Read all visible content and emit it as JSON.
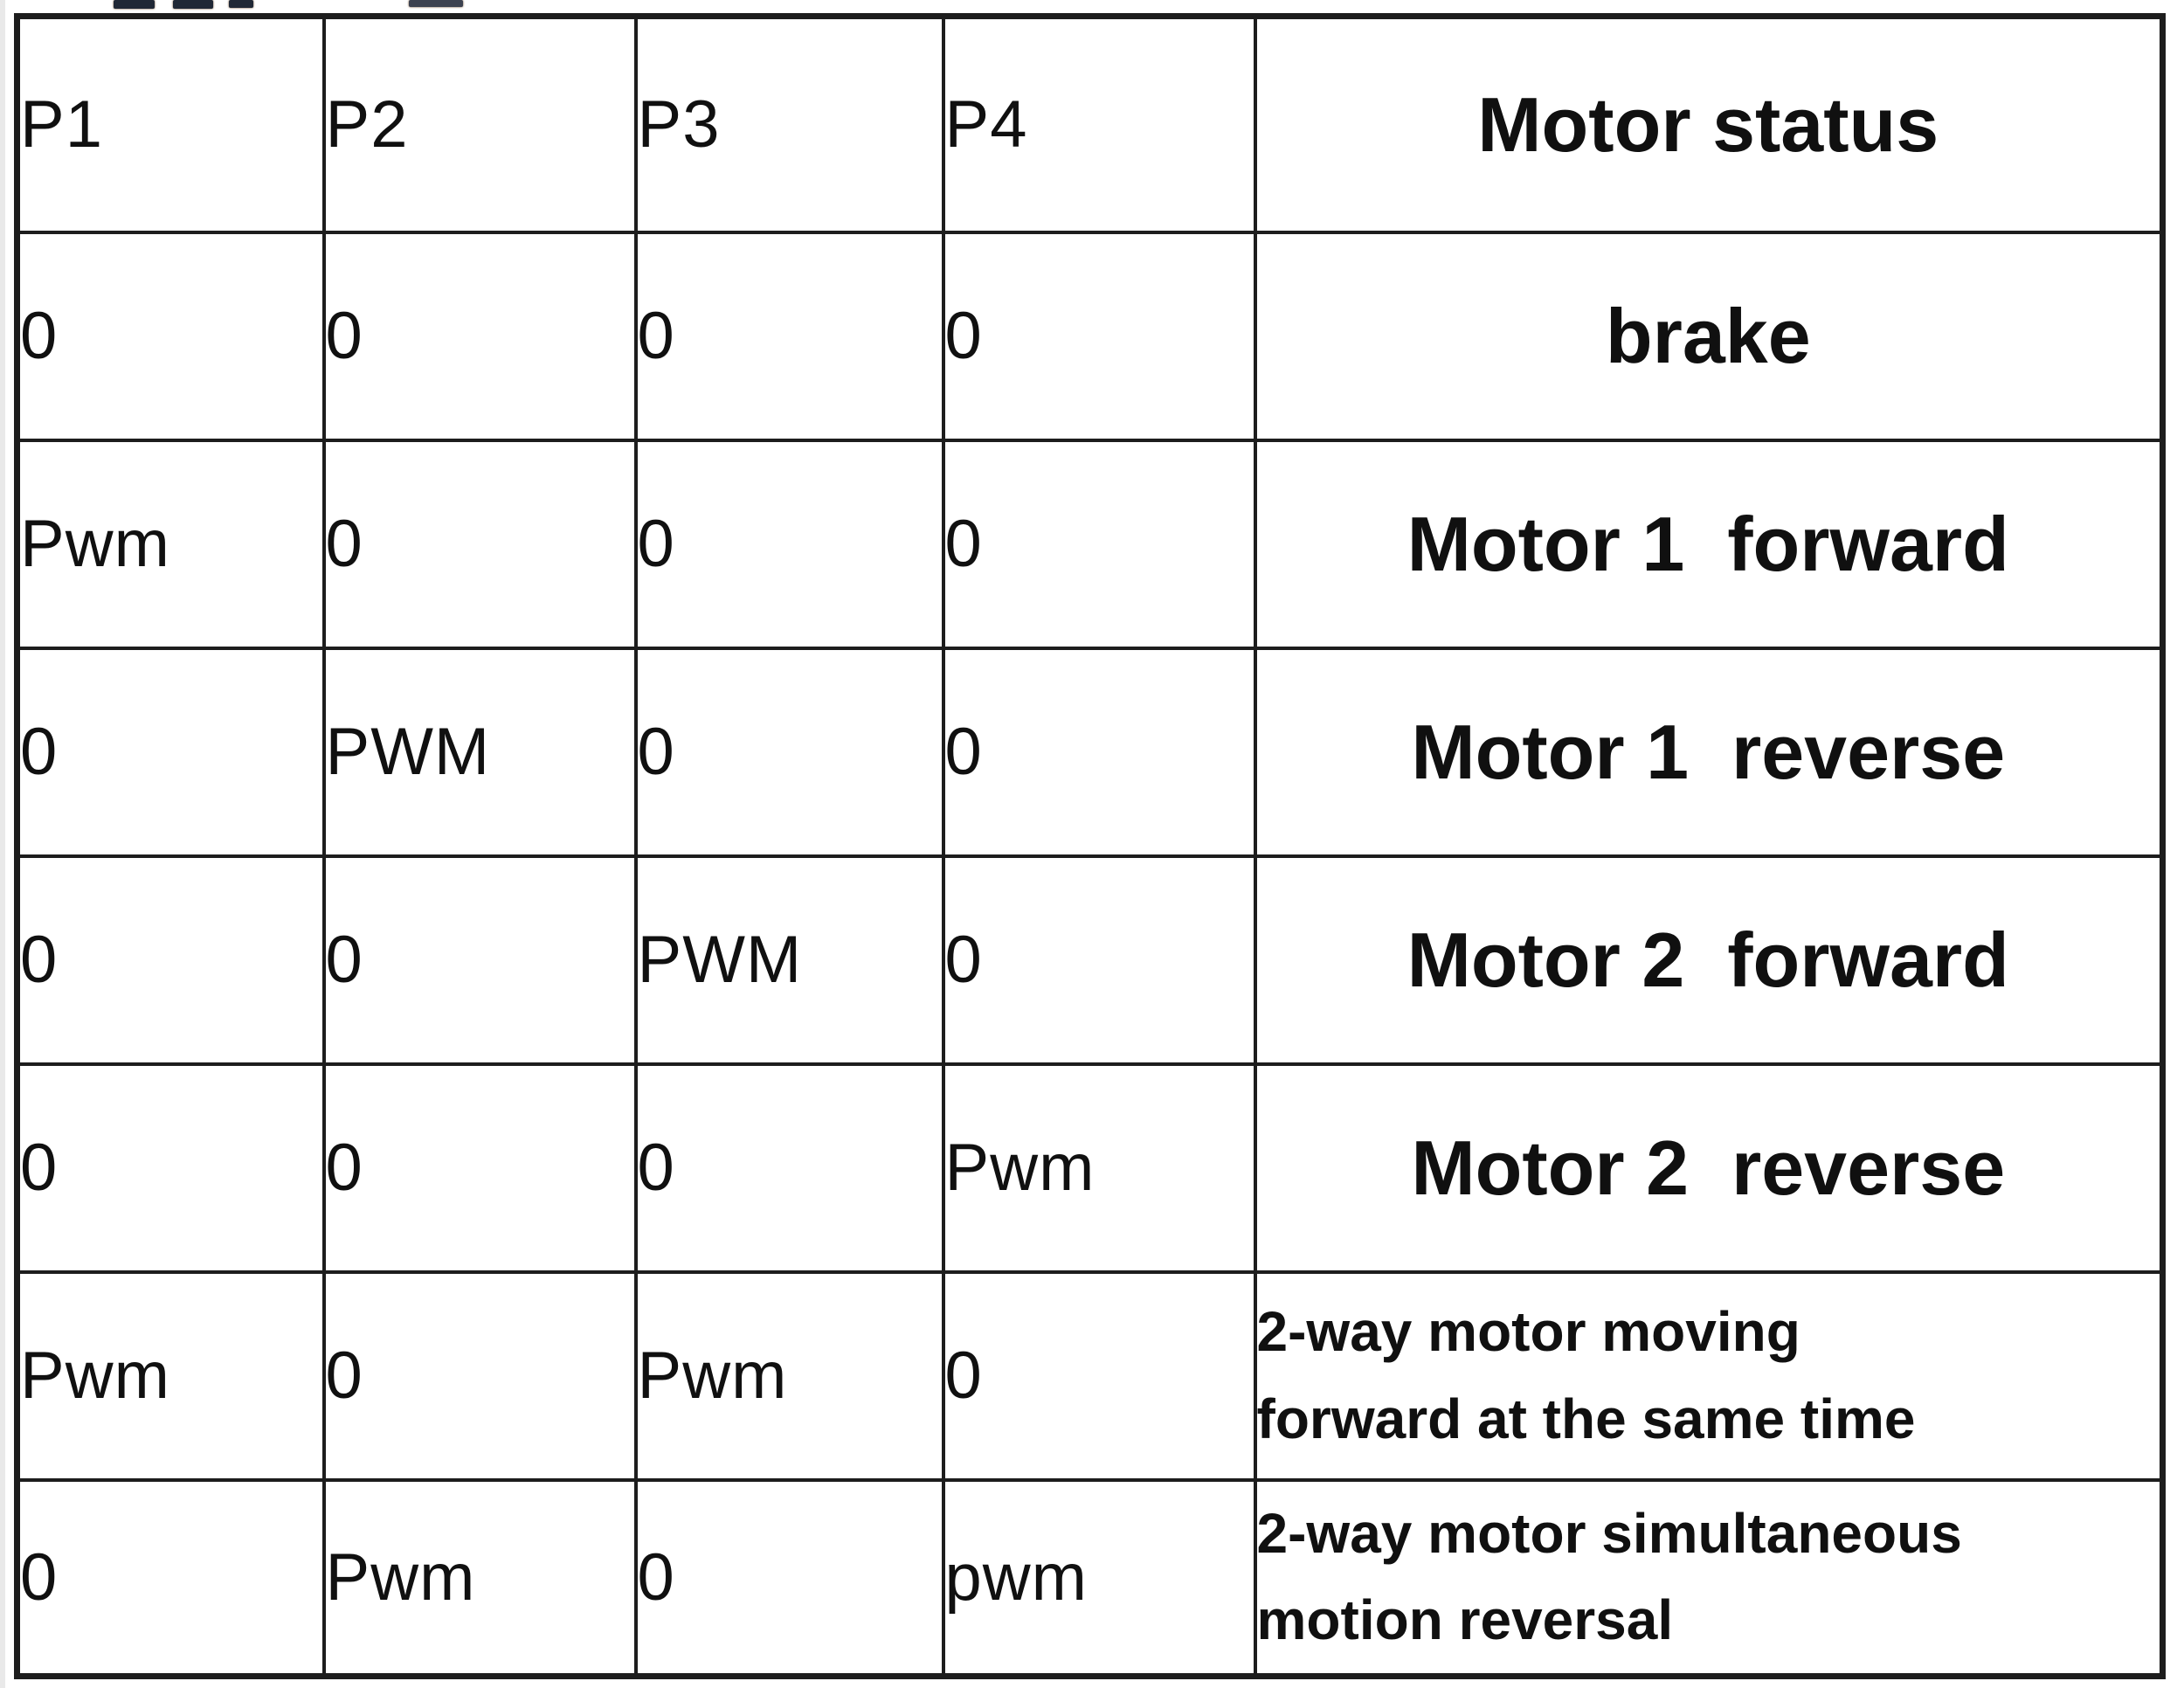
{
  "colors": {
    "background": "#ffffff",
    "grid_border": "#1d1d1d",
    "text": "#101010"
  },
  "table": {
    "header": [
      "P1",
      "P2",
      "P3",
      "P4",
      "Motor status"
    ],
    "rows": [
      [
        "0",
        "0",
        "0",
        "0",
        "brake"
      ],
      [
        "Pwm",
        "0",
        "0",
        "0",
        "Motor 1  forward"
      ],
      [
        "0",
        "PWM",
        "0",
        "0",
        "Motor 1  reverse"
      ],
      [
        "0",
        "0",
        "PWM",
        "0",
        "Motor 2  forward"
      ],
      [
        "0",
        "0",
        "0",
        "Pwm",
        "Motor 2  reverse"
      ],
      [
        "Pwm",
        "0",
        "Pwm",
        "0",
        "2-way motor moving\nforward at the same time"
      ],
      [
        "0",
        "Pwm",
        "0",
        "pwm",
        "2-way motor simultaneous\nmotion reversal"
      ]
    ]
  }
}
